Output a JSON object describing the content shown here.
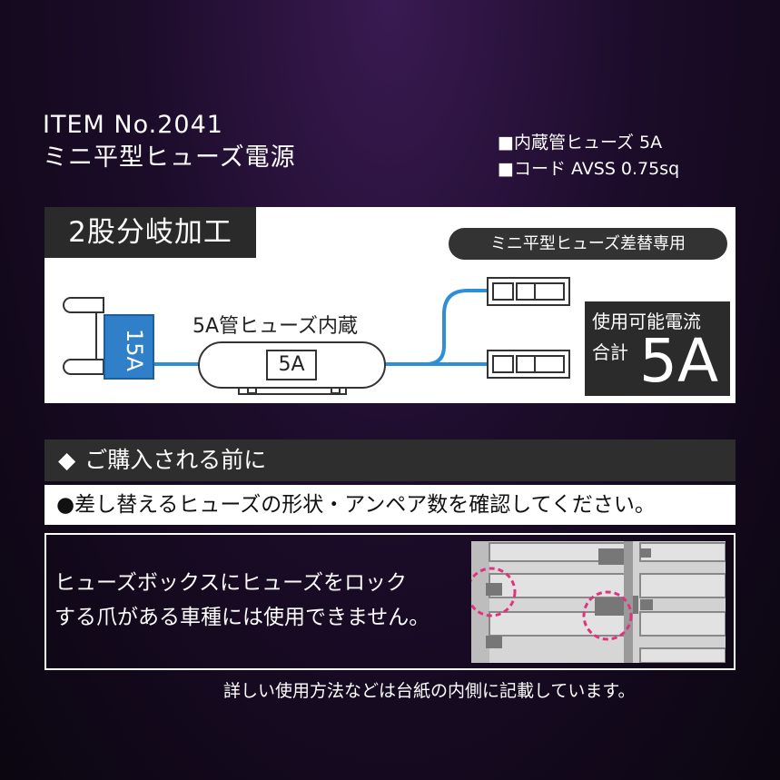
{
  "header": {
    "item_no": "ITEM No.2041",
    "product_name": "ミニ平型ヒューズ電源",
    "specs": [
      "■内蔵管ヒューズ 5A",
      "■コード AVSS 0.75sq"
    ]
  },
  "diagram": {
    "branch_label": "2股分岐加工",
    "pill_label": "ミニ平型ヒューズ差替専用",
    "blade_fuse_rating": "15A",
    "tube_fuse_label": "5A管ヒューズ内蔵",
    "tube_fuse_rating": "5A",
    "current_label_1": "使用可能電流",
    "current_label_2": "合計",
    "current_value": "5A",
    "wire_color": "#2e8fd6",
    "fuse_color": "#2f80c9"
  },
  "notice": {
    "heading_icon": "◆",
    "heading": "ご購入される前に",
    "confirm": "●差し替えるヒューズの形状・アンペア数を確認してください。",
    "warning_lines": [
      "ヒューズボックスにヒューズをロック",
      "する爪がある車種には使用できません。"
    ],
    "highlight_color": "#e0337f"
  },
  "footer": "詳しい使用方法などは台紙の内側に記載しています。"
}
